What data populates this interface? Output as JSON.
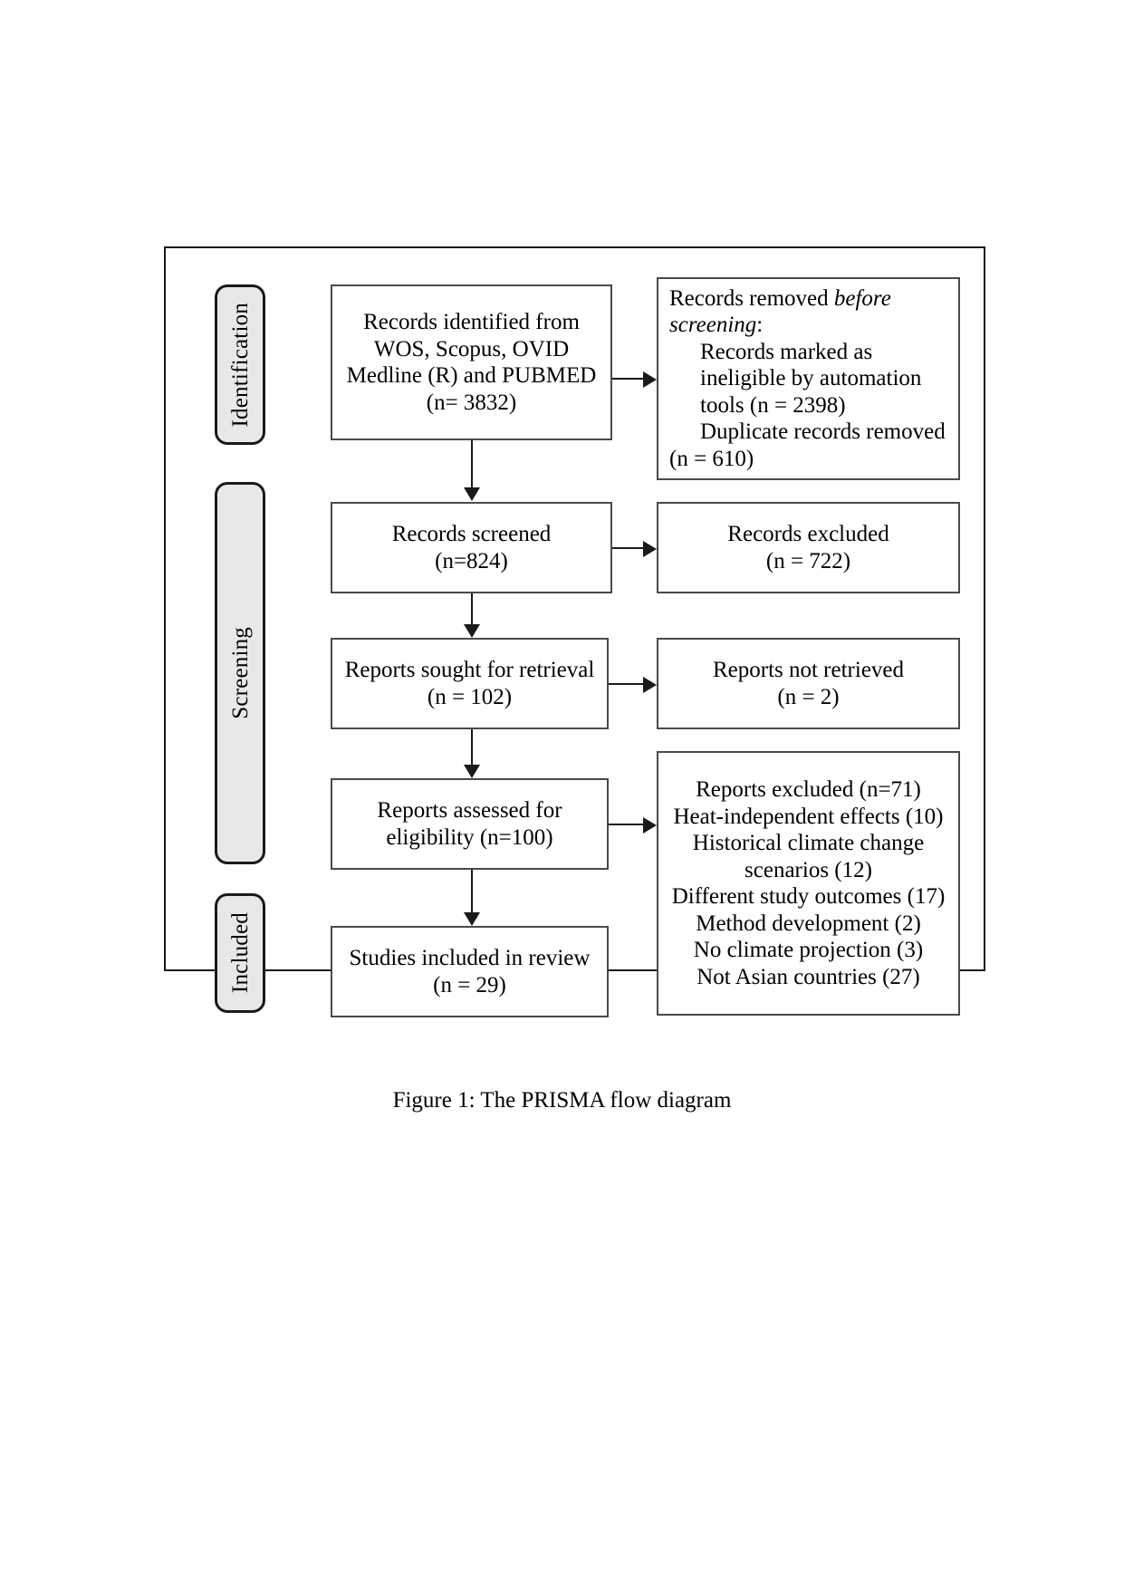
{
  "figure": {
    "caption": "Figure 1: The PRISMA flow diagram"
  },
  "stages": {
    "identification": "Identification",
    "screening": "Screening",
    "included": "Included"
  },
  "boxes": {
    "identified": {
      "name": "records-identified",
      "lines": [
        "Records identified from",
        "WOS, Scopus, OVID",
        "Medline (R) and PUBMED",
        "(n= 3832)"
      ]
    },
    "removed": {
      "name": "records-removed-before-screening",
      "title_plain": "Records removed ",
      "title_italic": "before",
      "title_italic2": "screening",
      "title_colon": ":",
      "lines": [
        "Records marked as",
        "ineligible by automation",
        "tools (n = 2398)",
        "Duplicate records removed"
      ],
      "last_line": "(n = 610)"
    },
    "screened": {
      "name": "records-screened",
      "lines": [
        "Records screened",
        "(n=824)"
      ]
    },
    "excluded": {
      "name": "records-excluded",
      "lines": [
        "Records excluded",
        "(n = 722)"
      ]
    },
    "sought": {
      "name": "reports-sought-for-retrieval",
      "lines": [
        "Reports sought for retrieval",
        "(n = 102)"
      ]
    },
    "not_retrieved": {
      "name": "reports-not-retrieved",
      "lines": [
        "Reports not retrieved",
        "(n = 2)"
      ]
    },
    "assessed": {
      "name": "reports-assessed-for-eligibility",
      "lines": [
        "Reports assessed for",
        "eligibility (n=100)"
      ]
    },
    "reports_excluded": {
      "name": "reports-excluded-reasons",
      "lines": [
        "Reports excluded (n=71)",
        "Heat-independent effects (10)",
        "Historical climate change",
        "scenarios (12)",
        "Different study outcomes (17)",
        "Method development (2)",
        "No climate projection (3)",
        "Not Asian countries (27)"
      ]
    },
    "included": {
      "name": "studies-included-in-review",
      "lines": [
        "Studies included in review",
        "(n = 29)"
      ]
    }
  },
  "colors": {
    "stage_fill": "#e8e8e8",
    "border": "#1a1a1a",
    "box_border": "#4a4a4a",
    "text": "#000000",
    "background": "#ffffff"
  }
}
